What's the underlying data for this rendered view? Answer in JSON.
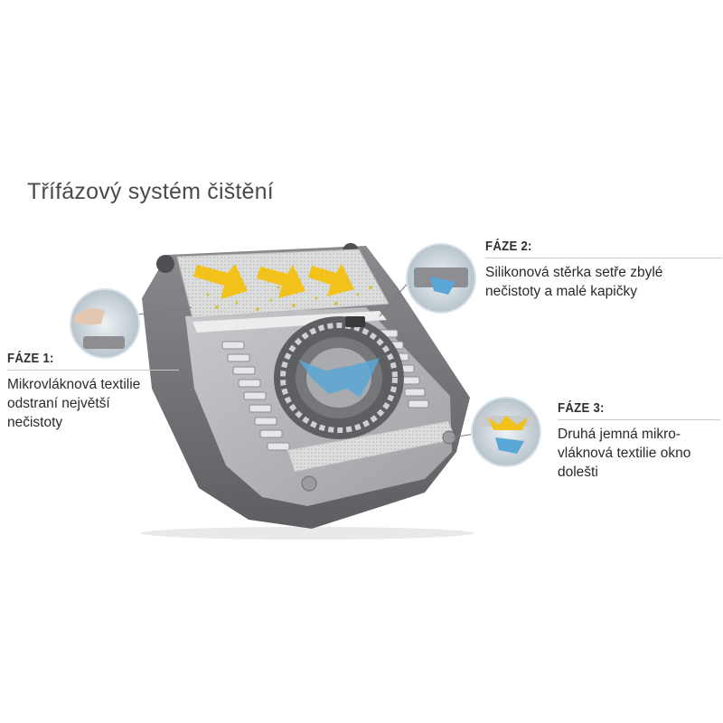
{
  "title": "Třífázový systém čištění",
  "phases": [
    {
      "label": "FÁZE 1:",
      "text": "Mikrovláknová textilie\nodstraní největší\nnečistoty"
    },
    {
      "label": "FÁZE 2:",
      "text": "Silikonová stěrka setře zbylé\nnečistoty a malé kapičky"
    },
    {
      "label": "FÁZE 3:",
      "text": "Druhá jemná mikro-\nvláknová textilie okno\ndolešti"
    }
  ],
  "colors": {
    "body": "#6e6e72",
    "arrows": "#f2c21a",
    "water": "#5aa6d6",
    "pad": "#d7d9d9"
  },
  "icons": [
    "arrow-icon",
    "water-splash-icon"
  ]
}
